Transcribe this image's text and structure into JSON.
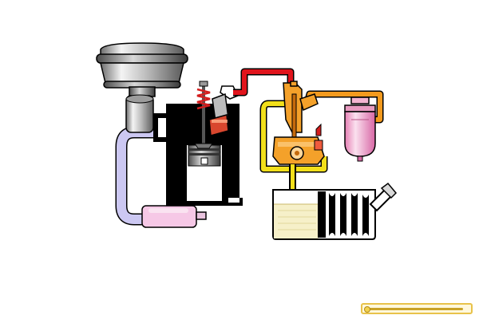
{
  "diagram": {
    "components": [
      "air-cleaner",
      "carburetor-intake",
      "engine-cylinder",
      "exhaust-muffler",
      "fuel-pump",
      "fuel-filter",
      "fuel-tank"
    ],
    "lines": [
      {
        "name": "pump-to-carburetor",
        "color": "#e0141c"
      },
      {
        "name": "pump-to-filter",
        "color": "#f39a1e"
      },
      {
        "name": "tank-to-pump",
        "color": "#f2df1a"
      },
      {
        "name": "exhaust-pipe",
        "color": "#ccc8f2"
      }
    ]
  },
  "animation": {
    "progress": 0.0
  },
  "colors": {
    "outline": "#000000",
    "pump_body": "#f4a12a",
    "filter_bowl": "#f6b8d4",
    "muffler": "#f6c8e6",
    "fuel": "#f2df1a",
    "scrubber_border": "#e8c24a"
  }
}
